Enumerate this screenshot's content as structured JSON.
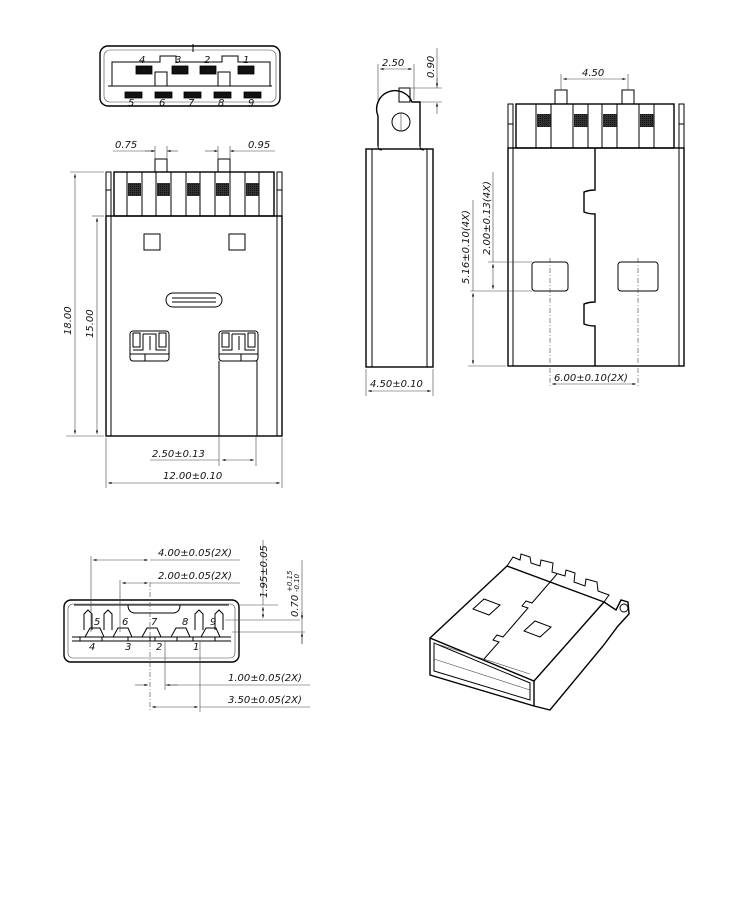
{
  "drawing": {
    "title": "USB Type-A Male Connector (USB 3.0) Mechanical Drawing",
    "views": [
      "front-view",
      "top-view",
      "side-view",
      "rear-view",
      "end-view",
      "isometric-view"
    ]
  },
  "front_view": {
    "pins_top": [
      "4",
      "3",
      "2",
      "1"
    ],
    "pins_bottom": [
      "5",
      "6",
      "7",
      "8",
      "9"
    ]
  },
  "top_view": {
    "dim_post_left": "0.75",
    "dim_post_right": "0.95",
    "dim_overall_length": "18.00",
    "dim_body_length": "15.00",
    "dim_offset": "2.50±0.13",
    "dim_width": "12.00±0.10"
  },
  "side_view": {
    "dim_tab_width": "2.50",
    "dim_tab_height": "0.90",
    "dim_thickness": "4.50±0.10"
  },
  "rear_view": {
    "dim_post_spacing": "4.50",
    "dim_window_pos": "5.16±0.10(4X)",
    "dim_window_height": "2.00±0.13(4X)",
    "dim_window_spacing": "6.00±0.10(2X)"
  },
  "end_view": {
    "dim_outer_spacing": "4.00±0.05(2X)",
    "dim_inner_spacing": "2.00±0.05(2X)",
    "dim_height": "1.95±0.05",
    "dim_contact_height": "0.70",
    "dim_contact_tol_plus": "+0.15",
    "dim_contact_tol_minus": "-0.10",
    "dim_pin_offset": "1.00±0.05(2X)",
    "dim_pin_outer": "3.50±0.05(2X)",
    "pins_top": [
      "5",
      "6",
      "7",
      "8",
      "9"
    ],
    "pins_bottom": [
      "4",
      "3",
      "2",
      "1"
    ]
  }
}
